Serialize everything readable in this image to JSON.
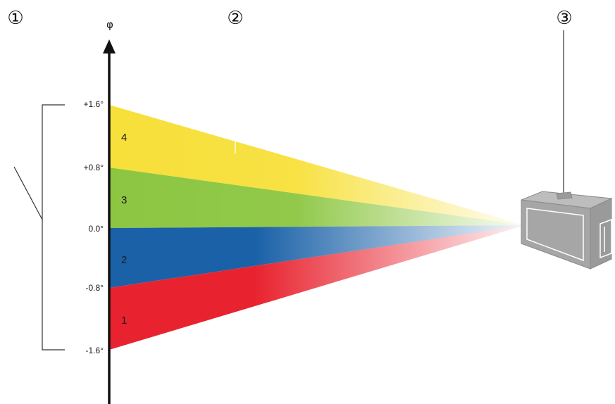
{
  "axis": {
    "label": "φ"
  },
  "ticks": [
    "+1.6°",
    "+0.8°",
    "0.0°",
    "-0.8°",
    "-1.6°"
  ],
  "zones": [
    {
      "label": "4",
      "color": "#f7e03a"
    },
    {
      "label": "3",
      "color": "#8cc641"
    },
    {
      "label": "2",
      "color": "#1a61a8"
    },
    {
      "label": "1",
      "color": "#e8232f"
    }
  ],
  "callouts": {
    "c1": "①",
    "c2": "②",
    "c3": "③"
  },
  "colors": {
    "axis": "#111111",
    "device": "#a6a6a6",
    "device_edge": "#8a8a8a"
  }
}
